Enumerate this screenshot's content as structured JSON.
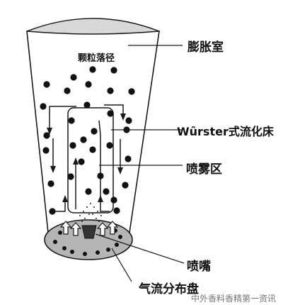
{
  "labels": {
    "expansion_chamber": "膨胀室",
    "particle_fall_path": "颗粒落径",
    "wurster_bed": "Wûrster式流化床",
    "spray_zone": "喷雾区",
    "nozzle": "喷嘴",
    "air_distributor_plate": "气流分布盘"
  },
  "watermark": "中外香料香精第一资讯",
  "colors": {
    "outline": "#1a1a1a",
    "chamber_fill": "#ffffff",
    "top_cap": "#d8d8d8",
    "plate": "#b5b5b5",
    "particle": "#111111"
  }
}
